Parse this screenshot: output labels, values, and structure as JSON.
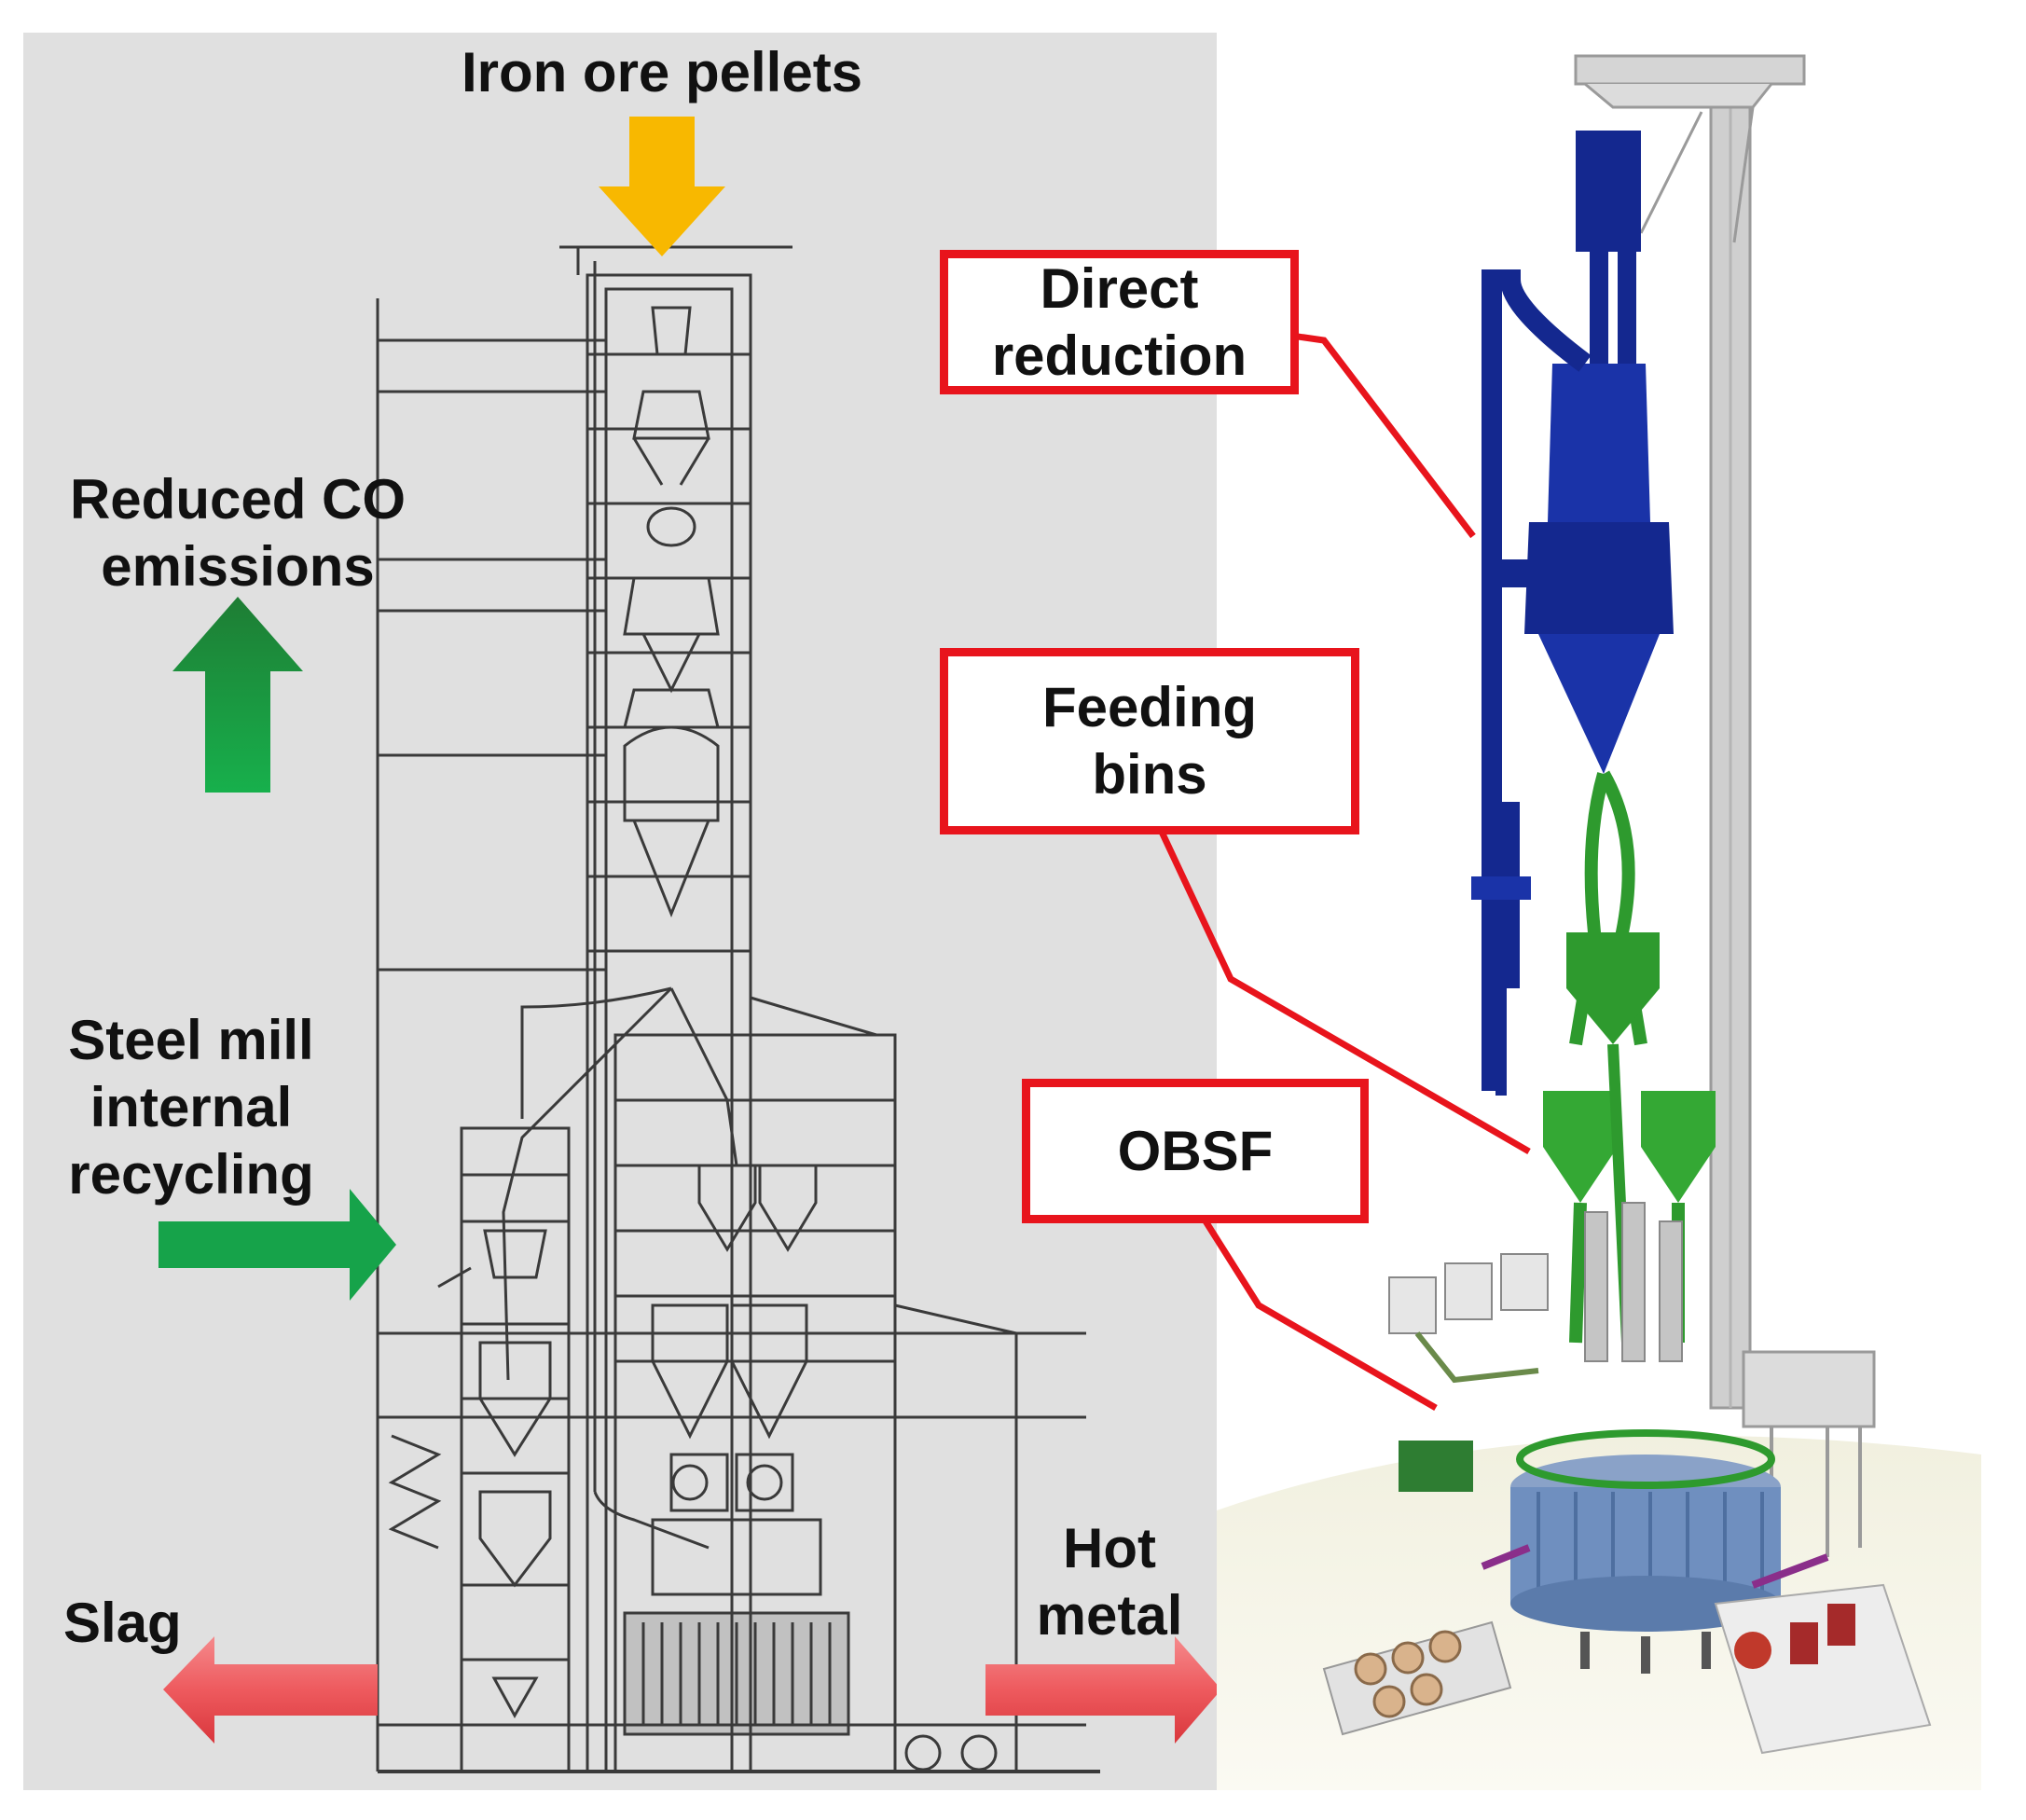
{
  "labels": {
    "iron_ore_pellets": "Iron ore pellets",
    "reduced_co_line1": "Reduced CO",
    "reduced_co_line2": "emissions",
    "steel_mill_line1": "Steel mill",
    "steel_mill_line2": "internal",
    "steel_mill_line3": "recycling",
    "slag": "Slag",
    "hot_metal_line1": "Hot",
    "hot_metal_line2": "metal"
  },
  "callouts": {
    "direct_reduction_line1": "Direct",
    "direct_reduction_line2": "reduction",
    "feeding_bins_line1": "Feeding",
    "feeding_bins_line2": "bins",
    "obsf": "OBSF"
  },
  "colors": {
    "panel_bg": "#e0e0e0",
    "drawing_line": "#3a3a3a",
    "arrow_input": "#f8b800",
    "arrow_emission_top": "#1e7d34",
    "arrow_emission_bottom": "#17b04c",
    "arrow_recycling": "#16a34a",
    "arrow_output": "#ee5a5e",
    "callout_border": "#e8141c",
    "direct_reduction_blue": "#14288f",
    "feeding_bins_green": "#2e9a2e",
    "tower_grey": "#cfcfcf",
    "furnace_blue": "#6f8fbf"
  }
}
